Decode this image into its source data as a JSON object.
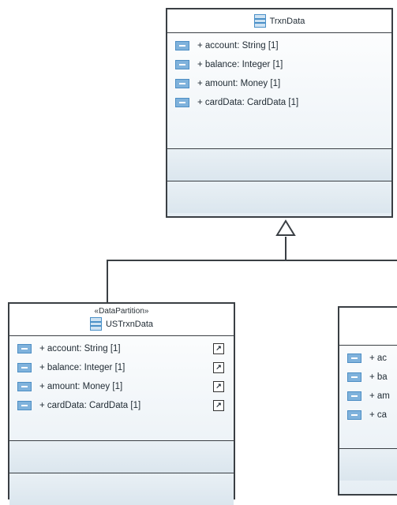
{
  "parent": {
    "name": "TrxnData",
    "attributes": [
      "+ account: String [1]",
      "+ balance: Integer [1]",
      "+ amount: Money [1]",
      "+ cardData: CardData [1]"
    ]
  },
  "child_left": {
    "stereotype": "«DataPartition»",
    "name": "USTrxnData",
    "attributes": [
      "+ account: String [1]",
      "+ balance: Integer [1]",
      "+ amount: Money [1]",
      "+ cardData: CardData [1]"
    ]
  },
  "child_right": {
    "attributes": [
      "+ ac",
      "+ ba",
      "+ am",
      "+ ca"
    ]
  }
}
